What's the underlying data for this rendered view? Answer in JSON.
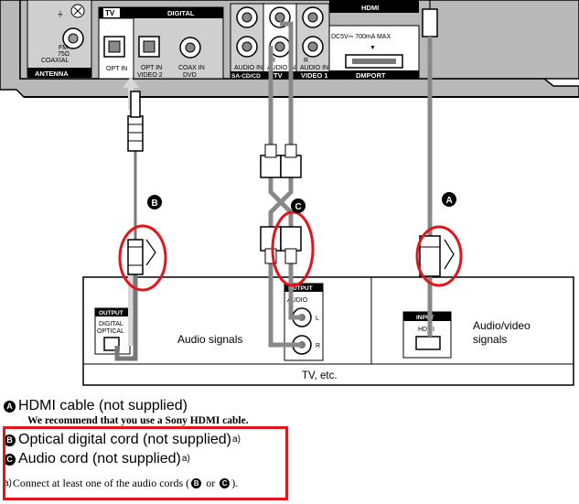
{
  "receiver": {
    "antenna_label": "ANTENNA",
    "fm_label": "FM",
    "ohm_label": "75Ω",
    "coaxial_label": "COAXIAL",
    "tv_tag": "TV",
    "digital_label": "DIGITAL",
    "opt_in_label": "OPT IN",
    "opt_in_video2_label": "OPT IN",
    "video2_label": "VIDEO 2",
    "coax_in_label": "COAX IN",
    "dvd_label": "DVD",
    "audio_in_label": "AUDIO IN",
    "sacd_label": "SA-CD/CD",
    "tv_label": "TV",
    "video1_label": "VIDEO 1",
    "r_label": "R",
    "hdmi_label": "HDMI",
    "dmport_power": "DC5V⎓ 700mA  MAX",
    "dmport_label": "DMPORT"
  },
  "tv_panel": {
    "output_tag": "OUTPUT",
    "digital_label": "DIGITAL",
    "optical_label": "OPTICAL",
    "audio_signals": "Audio signals",
    "output_tag2": "OUTPUT",
    "audio_label": "AUDIO",
    "l_label": "L",
    "r_label": "R",
    "input_tag": "INPUT",
    "hdmi_label": "HDMI",
    "av_signals_1": "Audio/video",
    "av_signals_2": "signals",
    "tv_etc": "TV, etc."
  },
  "badges": {
    "a": "A",
    "b": "B",
    "c": "C"
  },
  "legend": {
    "hdmi_cable": "HDMI cable (not supplied)",
    "recommend": "We recommend that you use a Sony HDMI cable.",
    "optical_cord": "Optical digital cord (not supplied)",
    "audio_cord": "Audio cord (not supplied)",
    "sup_a": "a)",
    "note_prefix": "a)",
    "note_text": "Connect at least one of the audio cords (",
    "note_or": " or ",
    "note_end": ")."
  }
}
